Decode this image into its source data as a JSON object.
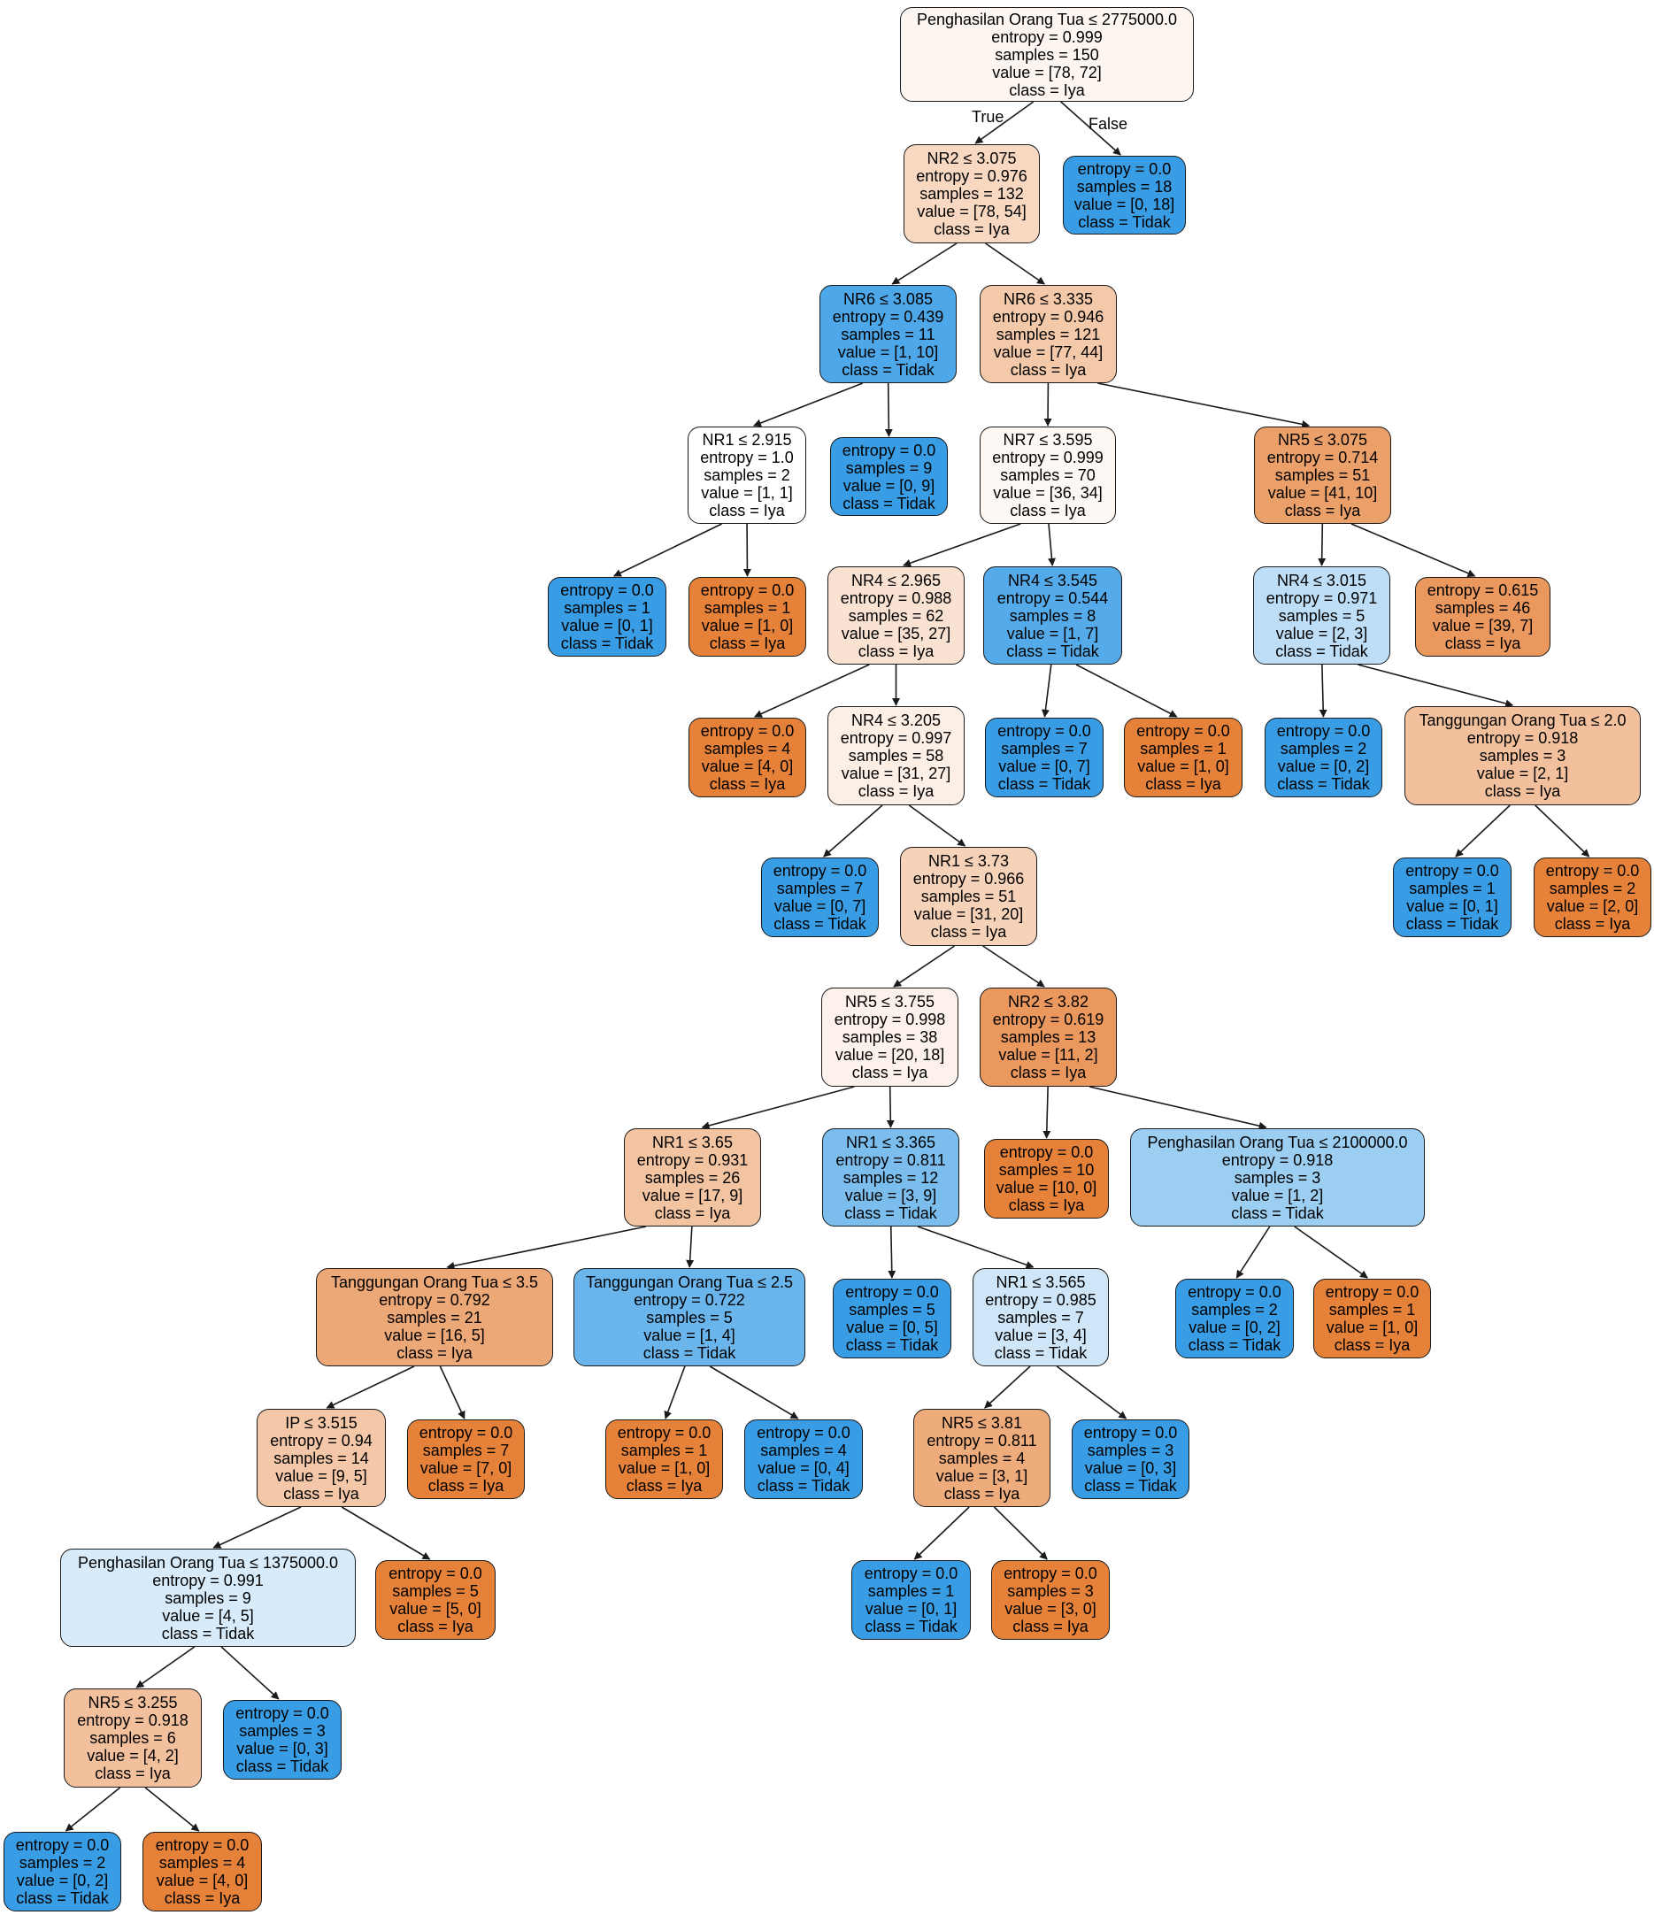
{
  "edge_labels": {
    "true": "True",
    "false": "False"
  },
  "colors": {
    "iya_strong": "#e58139",
    "tidak_strong": "#399de5",
    "border": "#1a1a1a",
    "edge": "#1a1a1a"
  },
  "nodes": [
    {
      "id": "n0",
      "lines": [
        "Penghasilan Orang Tua ≤ 2775000.0",
        "entropy = 0.999",
        "samples = 150",
        "value = [78, 72]",
        "class = Iya"
      ],
      "fill": "#fdf5f0"
    },
    {
      "id": "n1",
      "lines": [
        "NR2 ≤ 3.075",
        "entropy = 0.976",
        "samples = 132",
        "value = [78, 54]",
        "class = Iya"
      ],
      "fill": "#f8d8c1"
    },
    {
      "id": "n2",
      "lines": [
        "entropy = 0.0",
        "samples = 18",
        "value = [0, 18]",
        "class = Tidak"
      ],
      "fill": "#399de5"
    },
    {
      "id": "n3",
      "lines": [
        "NR6 ≤ 3.085",
        "entropy = 0.439",
        "samples = 11",
        "value = [1, 10]",
        "class = Tidak"
      ],
      "fill": "#4da7e8"
    },
    {
      "id": "n4",
      "lines": [
        "NR6 ≤ 3.335",
        "entropy = 0.946",
        "samples = 121",
        "value = [77, 44]",
        "class = Iya"
      ],
      "fill": "#f4c9aa"
    },
    {
      "id": "n5",
      "lines": [
        "NR1 ≤ 2.915",
        "entropy = 1.0",
        "samples = 2",
        "value = [1, 1]",
        "class = Iya"
      ],
      "fill": "#ffffff"
    },
    {
      "id": "n6",
      "lines": [
        "entropy = 0.0",
        "samples = 9",
        "value = [0, 9]",
        "class = Tidak"
      ],
      "fill": "#399de5"
    },
    {
      "id": "n7",
      "lines": [
        "NR7 ≤ 3.595",
        "entropy = 0.999",
        "samples = 70",
        "value = [36, 34]",
        "class = Iya"
      ],
      "fill": "#fef8f4"
    },
    {
      "id": "n8",
      "lines": [
        "NR5 ≤ 3.075",
        "entropy = 0.714",
        "samples = 51",
        "value = [41, 10]",
        "class = Iya"
      ],
      "fill": "#eba069"
    },
    {
      "id": "n9",
      "lines": [
        "entropy = 0.0",
        "samples = 1",
        "value = [0, 1]",
        "class = Tidak"
      ],
      "fill": "#399de5"
    },
    {
      "id": "n10",
      "lines": [
        "entropy = 0.0",
        "samples = 1",
        "value = [1, 0]",
        "class = Iya"
      ],
      "fill": "#e58139"
    },
    {
      "id": "n11",
      "lines": [
        "NR4 ≤ 2.965",
        "entropy = 0.988",
        "samples = 62",
        "value = [35, 27]",
        "class = Iya"
      ],
      "fill": "#f9e2d2"
    },
    {
      "id": "n12",
      "lines": [
        "NR4 ≤ 3.545",
        "entropy = 0.544",
        "samples = 8",
        "value = [1, 7]",
        "class = Tidak"
      ],
      "fill": "#55abe9"
    },
    {
      "id": "n13",
      "lines": [
        "NR4 ≤ 3.015",
        "entropy = 0.971",
        "samples = 5",
        "value = [2, 3]",
        "class = Tidak"
      ],
      "fill": "#bddef6"
    },
    {
      "id": "n14",
      "lines": [
        "entropy = 0.615",
        "samples = 46",
        "value = [39, 7]",
        "class = Iya"
      ],
      "fill": "#ea985d"
    },
    {
      "id": "n15",
      "lines": [
        "entropy = 0.0",
        "samples = 4",
        "value = [4, 0]",
        "class = Iya"
      ],
      "fill": "#e58139"
    },
    {
      "id": "n16",
      "lines": [
        "NR4 ≤ 3.205",
        "entropy = 0.997",
        "samples = 58",
        "value = [31, 27]",
        "class = Iya"
      ],
      "fill": "#fcefe6"
    },
    {
      "id": "n17",
      "lines": [
        "entropy = 0.0",
        "samples = 7",
        "value = [0, 7]",
        "class = Tidak"
      ],
      "fill": "#399de5"
    },
    {
      "id": "n18",
      "lines": [
        "entropy = 0.0",
        "samples = 1",
        "value = [1, 0]",
        "class = Iya"
      ],
      "fill": "#e58139"
    },
    {
      "id": "n19",
      "lines": [
        "entropy = 0.0",
        "samples = 2",
        "value = [0, 2]",
        "class = Tidak"
      ],
      "fill": "#399de5"
    },
    {
      "id": "n20",
      "lines": [
        "Tanggungan Orang Tua ≤ 2.0",
        "entropy = 0.918",
        "samples = 3",
        "value = [2, 1]",
        "class = Iya"
      ],
      "fill": "#f2c09c"
    },
    {
      "id": "n21",
      "lines": [
        "entropy = 0.0",
        "samples = 7",
        "value = [0, 7]",
        "class = Tidak"
      ],
      "fill": "#399de5"
    },
    {
      "id": "n22",
      "lines": [
        "NR1 ≤ 3.73",
        "entropy = 0.966",
        "samples = 51",
        "value = [31, 20]",
        "class = Iya"
      ],
      "fill": "#f6d2b9"
    },
    {
      "id": "n23",
      "lines": [
        "entropy = 0.0",
        "samples = 1",
        "value = [0, 1]",
        "class = Tidak"
      ],
      "fill": "#399de5"
    },
    {
      "id": "n24",
      "lines": [
        "entropy = 0.0",
        "samples = 2",
        "value = [2, 0]",
        "class = Iya"
      ],
      "fill": "#e58139"
    },
    {
      "id": "n25",
      "lines": [
        "NR5 ≤ 3.755",
        "entropy = 0.998",
        "samples = 38",
        "value = [20, 18]",
        "class = Iya"
      ],
      "fill": "#fcf2eb"
    },
    {
      "id": "n26",
      "lines": [
        "NR2 ≤ 3.82",
        "entropy = 0.619",
        "samples = 13",
        "value = [11, 2]",
        "class = Iya"
      ],
      "fill": "#ea985d"
    },
    {
      "id": "n27",
      "lines": [
        "NR1 ≤ 3.65",
        "entropy = 0.931",
        "samples = 26",
        "value = [17, 9]",
        "class = Iya"
      ],
      "fill": "#f3c4a2"
    },
    {
      "id": "n28",
      "lines": [
        "NR1 ≤ 3.365",
        "entropy = 0.811",
        "samples = 12",
        "value = [3, 9]",
        "class = Tidak"
      ],
      "fill": "#7bbeee"
    },
    {
      "id": "n29",
      "lines": [
        "entropy = 0.0",
        "samples = 10",
        "value = [10, 0]",
        "class = Iya"
      ],
      "fill": "#e58139"
    },
    {
      "id": "n30",
      "lines": [
        "Penghasilan Orang Tua ≤ 2100000.0",
        "entropy = 0.918",
        "samples = 3",
        "value = [1, 2]",
        "class = Tidak"
      ],
      "fill": "#9ccef2"
    },
    {
      "id": "n31",
      "lines": [
        "Tanggungan Orang Tua ≤ 3.5",
        "entropy = 0.792",
        "samples = 21",
        "value = [16, 5]",
        "class = Iya"
      ],
      "fill": "#eda877"
    },
    {
      "id": "n32",
      "lines": [
        "Tanggungan Orang Tua ≤ 2.5",
        "entropy = 0.722",
        "samples = 5",
        "value = [1, 4]",
        "class = Tidak"
      ],
      "fill": "#6ab6ec"
    },
    {
      "id": "n33",
      "lines": [
        "entropy = 0.0",
        "samples = 5",
        "value = [0, 5]",
        "class = Tidak"
      ],
      "fill": "#399de5"
    },
    {
      "id": "n34",
      "lines": [
        "NR1 ≤ 3.565",
        "entropy = 0.985",
        "samples = 7",
        "value = [3, 4]",
        "class = Tidak"
      ],
      "fill": "#cee6f8"
    },
    {
      "id": "n35",
      "lines": [
        "entropy = 0.0",
        "samples = 2",
        "value = [0, 2]",
        "class = Tidak"
      ],
      "fill": "#399de5"
    },
    {
      "id": "n36",
      "lines": [
        "entropy = 0.0",
        "samples = 1",
        "value = [1, 0]",
        "class = Iya"
      ],
      "fill": "#e58139"
    },
    {
      "id": "n37",
      "lines": [
        "IP ≤ 3.515",
        "entropy = 0.94",
        "samples = 14",
        "value = [9, 5]",
        "class = Iya"
      ],
      "fill": "#f3c7a7"
    },
    {
      "id": "n38",
      "lines": [
        "entropy = 0.0",
        "samples = 7",
        "value = [7, 0]",
        "class = Iya"
      ],
      "fill": "#e58139"
    },
    {
      "id": "n39",
      "lines": [
        "entropy = 0.0",
        "samples = 1",
        "value = [1, 0]",
        "class = Iya"
      ],
      "fill": "#e58139"
    },
    {
      "id": "n40",
      "lines": [
        "entropy = 0.0",
        "samples = 4",
        "value = [0, 4]",
        "class = Tidak"
      ],
      "fill": "#399de5"
    },
    {
      "id": "n41",
      "lines": [
        "NR5 ≤ 3.81",
        "entropy = 0.811",
        "samples = 4",
        "value = [3, 1]",
        "class = Iya"
      ],
      "fill": "#eeab7b"
    },
    {
      "id": "n42",
      "lines": [
        "entropy = 0.0",
        "samples = 3",
        "value = [0, 3]",
        "class = Tidak"
      ],
      "fill": "#399de5"
    },
    {
      "id": "n43",
      "lines": [
        "Penghasilan Orang Tua ≤ 1375000.0",
        "entropy = 0.991",
        "samples = 9",
        "value = [4, 5]",
        "class = Tidak"
      ],
      "fill": "#d7ebfa"
    },
    {
      "id": "n44",
      "lines": [
        "entropy = 0.0",
        "samples = 5",
        "value = [5, 0]",
        "class = Iya"
      ],
      "fill": "#e58139"
    },
    {
      "id": "n45",
      "lines": [
        "entropy = 0.0",
        "samples = 1",
        "value = [0, 1]",
        "class = Tidak"
      ],
      "fill": "#399de5"
    },
    {
      "id": "n46",
      "lines": [
        "entropy = 0.0",
        "samples = 3",
        "value = [3, 0]",
        "class = Iya"
      ],
      "fill": "#e58139"
    },
    {
      "id": "n47",
      "lines": [
        "NR5 ≤ 3.255",
        "entropy = 0.918",
        "samples = 6",
        "value = [4, 2]",
        "class = Iya"
      ],
      "fill": "#f2c09c"
    },
    {
      "id": "n48",
      "lines": [
        "entropy = 0.0",
        "samples = 3",
        "value = [0, 3]",
        "class = Tidak"
      ],
      "fill": "#399de5"
    },
    {
      "id": "n49",
      "lines": [
        "entropy = 0.0",
        "samples = 2",
        "value = [0, 2]",
        "class = Tidak"
      ],
      "fill": "#399de5"
    },
    {
      "id": "n50",
      "lines": [
        "entropy = 0.0",
        "samples = 4",
        "value = [4, 0]",
        "class = Iya"
      ],
      "fill": "#e58139"
    }
  ],
  "edges": [
    [
      "n0",
      "n1"
    ],
    [
      "n0",
      "n2"
    ],
    [
      "n1",
      "n3"
    ],
    [
      "n1",
      "n4"
    ],
    [
      "n3",
      "n5"
    ],
    [
      "n3",
      "n6"
    ],
    [
      "n4",
      "n7"
    ],
    [
      "n4",
      "n8"
    ],
    [
      "n5",
      "n9"
    ],
    [
      "n5",
      "n10"
    ],
    [
      "n7",
      "n11"
    ],
    [
      "n7",
      "n12"
    ],
    [
      "n8",
      "n13"
    ],
    [
      "n8",
      "n14"
    ],
    [
      "n11",
      "n15"
    ],
    [
      "n11",
      "n16"
    ],
    [
      "n12",
      "n17"
    ],
    [
      "n12",
      "n18"
    ],
    [
      "n13",
      "n19"
    ],
    [
      "n13",
      "n20"
    ],
    [
      "n16",
      "n21"
    ],
    [
      "n16",
      "n22"
    ],
    [
      "n20",
      "n23"
    ],
    [
      "n20",
      "n24"
    ],
    [
      "n22",
      "n25"
    ],
    [
      "n22",
      "n26"
    ],
    [
      "n25",
      "n27"
    ],
    [
      "n25",
      "n28"
    ],
    [
      "n26",
      "n29"
    ],
    [
      "n26",
      "n30"
    ],
    [
      "n27",
      "n31"
    ],
    [
      "n27",
      "n32"
    ],
    [
      "n28",
      "n33"
    ],
    [
      "n28",
      "n34"
    ],
    [
      "n30",
      "n35"
    ],
    [
      "n30",
      "n36"
    ],
    [
      "n31",
      "n37"
    ],
    [
      "n31",
      "n38"
    ],
    [
      "n32",
      "n39"
    ],
    [
      "n32",
      "n40"
    ],
    [
      "n34",
      "n41"
    ],
    [
      "n34",
      "n42"
    ],
    [
      "n37",
      "n43"
    ],
    [
      "n37",
      "n44"
    ],
    [
      "n41",
      "n45"
    ],
    [
      "n41",
      "n46"
    ],
    [
      "n43",
      "n47"
    ],
    [
      "n43",
      "n48"
    ],
    [
      "n47",
      "n49"
    ],
    [
      "n47",
      "n50"
    ]
  ]
}
